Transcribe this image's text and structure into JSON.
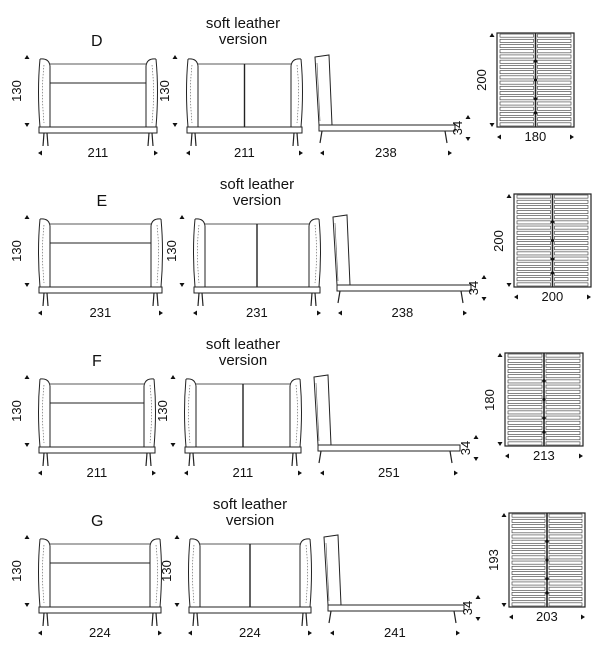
{
  "variant_label": "soft leather version",
  "variants": [
    {
      "letter": "D",
      "headboard_height": "130",
      "bed_width": "211",
      "soft_width": "211",
      "bed_length": "238",
      "frame_height": "34",
      "mattress_length": "200",
      "mattress_width": "180"
    },
    {
      "letter": "E",
      "headboard_height": "130",
      "bed_width": "231",
      "soft_width": "231",
      "bed_length": "238",
      "frame_height": "34",
      "mattress_length": "200",
      "mattress_width": "200"
    },
    {
      "letter": "F",
      "headboard_height": "130",
      "bed_width": "211",
      "soft_width": "211",
      "bed_length": "251",
      "frame_height": "34",
      "mattress_length": "180",
      "mattress_width": "213"
    },
    {
      "letter": "G",
      "headboard_height": "130",
      "bed_width": "224",
      "soft_width": "224",
      "bed_length": "241",
      "frame_height": "34",
      "mattress_length": "193",
      "mattress_width": "203"
    }
  ]
}
